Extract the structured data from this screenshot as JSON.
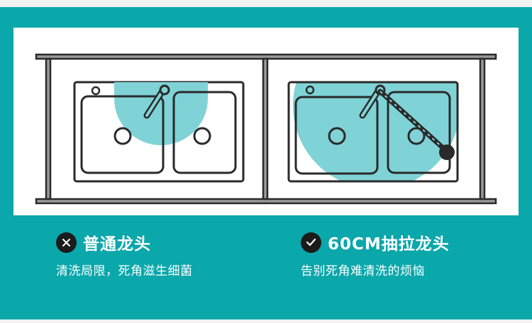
{
  "colors": {
    "teal": "#0aa7ab",
    "coverage": "#7fd3d6",
    "outline": "#2a2a2a",
    "badge": "#1b1b1b"
  },
  "left_card": {
    "badge_icon": "cross-icon",
    "title": "普通龙头",
    "subtitle": "清洗局限，死角滋生细菌"
  },
  "right_card": {
    "badge_icon": "check-icon",
    "title": "60CM抽拉龙头",
    "subtitle": "告别死角难清洗的烦恼"
  }
}
